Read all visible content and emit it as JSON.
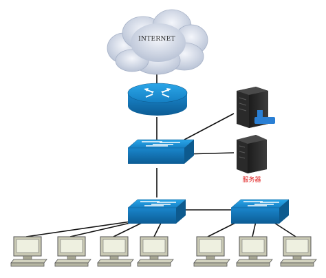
{
  "diagram": {
    "cloud": {
      "label": "INTERNET",
      "icon": "internet-cloud-icon"
    },
    "router": {
      "icon": "router-icon",
      "color": "#1a8fd0"
    },
    "core_switch": {
      "icon": "switch-icon",
      "color": "#1a8fd0"
    },
    "servers": [
      {
        "icon": "server-icon",
        "label": ""
      },
      {
        "icon": "server-icon",
        "label": "服务器"
      }
    ],
    "access_switches": [
      {
        "icon": "switch-icon"
      },
      {
        "icon": "switch-icon"
      }
    ],
    "workstations": {
      "icon": "workstation-icon",
      "left_group_count": 4,
      "right_group_count": 3
    },
    "colors": {
      "device_blue": "#1f95d6",
      "device_dark": "#0d5a8e",
      "server_label": "#e02020",
      "link": "#111111"
    }
  }
}
